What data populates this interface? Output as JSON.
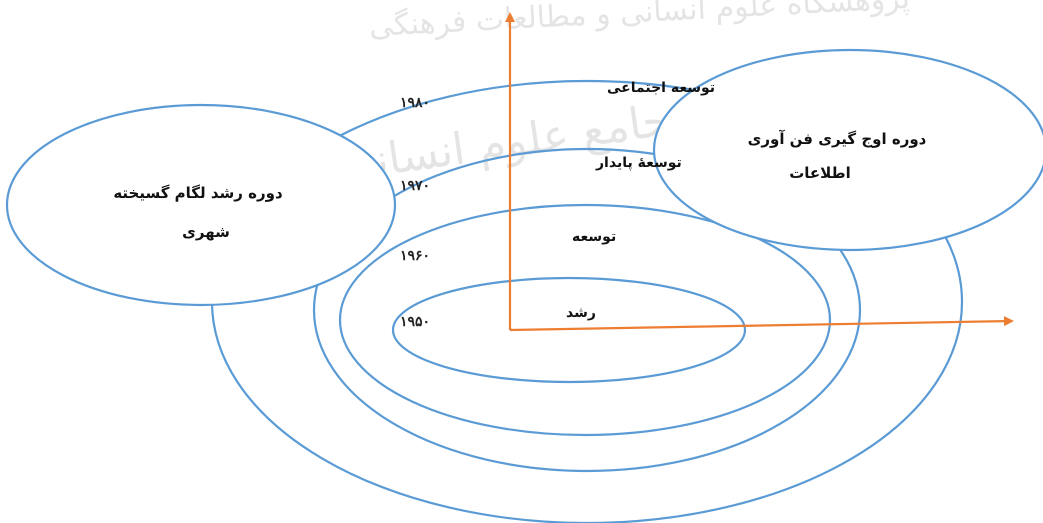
{
  "colors": {
    "ring": "#5b9bd5",
    "axis": "#ed7d31",
    "text": "#111111"
  },
  "watermark": {
    "line1": "پژوهشگاه علوم انسانی و مطالعات فرهنگی",
    "line2": "پرتال جامع علوم انسانی"
  },
  "stages": [
    {
      "year": "۱۹۵۰",
      "label": "رشد"
    },
    {
      "year": "۱۹۶۰",
      "label": "توسعه"
    },
    {
      "year": "۱۹۷۰",
      "label": "توسعهٔ پایدار"
    },
    {
      "year": "۱۹۸۰",
      "label": "توسعه اجتماعی"
    }
  ],
  "left_bubble": {
    "line1": "دوره رشد لگام گسیخته",
    "line2": "شهری"
  },
  "right_bubble": {
    "line1": "دوره اوج گیری فن آوری",
    "line2": "اطلاعات"
  }
}
